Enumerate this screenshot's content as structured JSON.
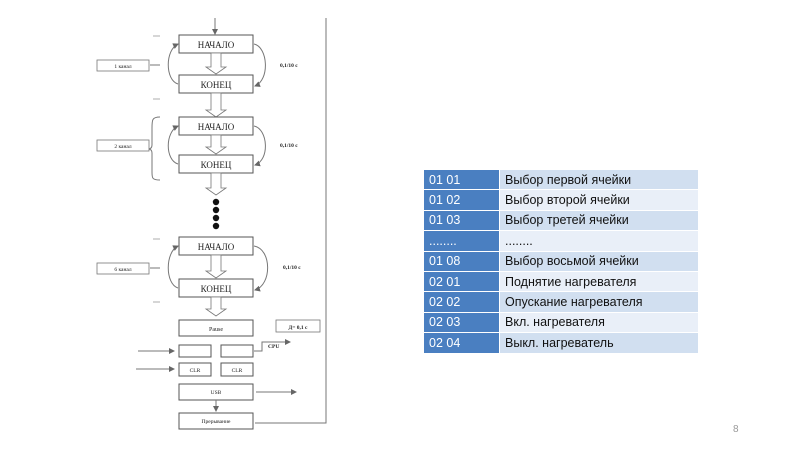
{
  "diagram": {
    "block_start": "НАЧАЛО",
    "block_end": "КОНЕЦ",
    "channels": [
      {
        "label": "1 канал",
        "interval": "0,1/10 с"
      },
      {
        "label": "2 канал",
        "interval": "0,1/10 с"
      },
      {
        "label": "6 канал",
        "interval": "0,1/10 с"
      }
    ],
    "pause_label": "Pause",
    "pause_interval": "Д= 0,1 с",
    "cpu_label": "CPU",
    "clr_label": "CLR",
    "usb_label": "USB",
    "interrupt_label": "Прерывание"
  },
  "table": {
    "rows": [
      {
        "code": "01 01",
        "desc": "Выбор первой ячейки"
      },
      {
        "code": "01 02",
        "desc": "Выбор второй ячейки"
      },
      {
        "code": "01 03",
        "desc": "Выбор третей ячейки"
      },
      {
        "code": "........",
        "desc": "........"
      },
      {
        "code": "01 08",
        "desc": "Выбор восьмой ячейки"
      },
      {
        "code": "02 01",
        "desc": "Поднятие нагревателя"
      },
      {
        "code": "02 02",
        "desc": "Опускание нагревателя"
      },
      {
        "code": "02 03",
        "desc": "Вкл. нагревателя"
      },
      {
        "code": "02 04",
        "desc": "Выкл. нагреватель"
      }
    ]
  },
  "page_number": "8"
}
